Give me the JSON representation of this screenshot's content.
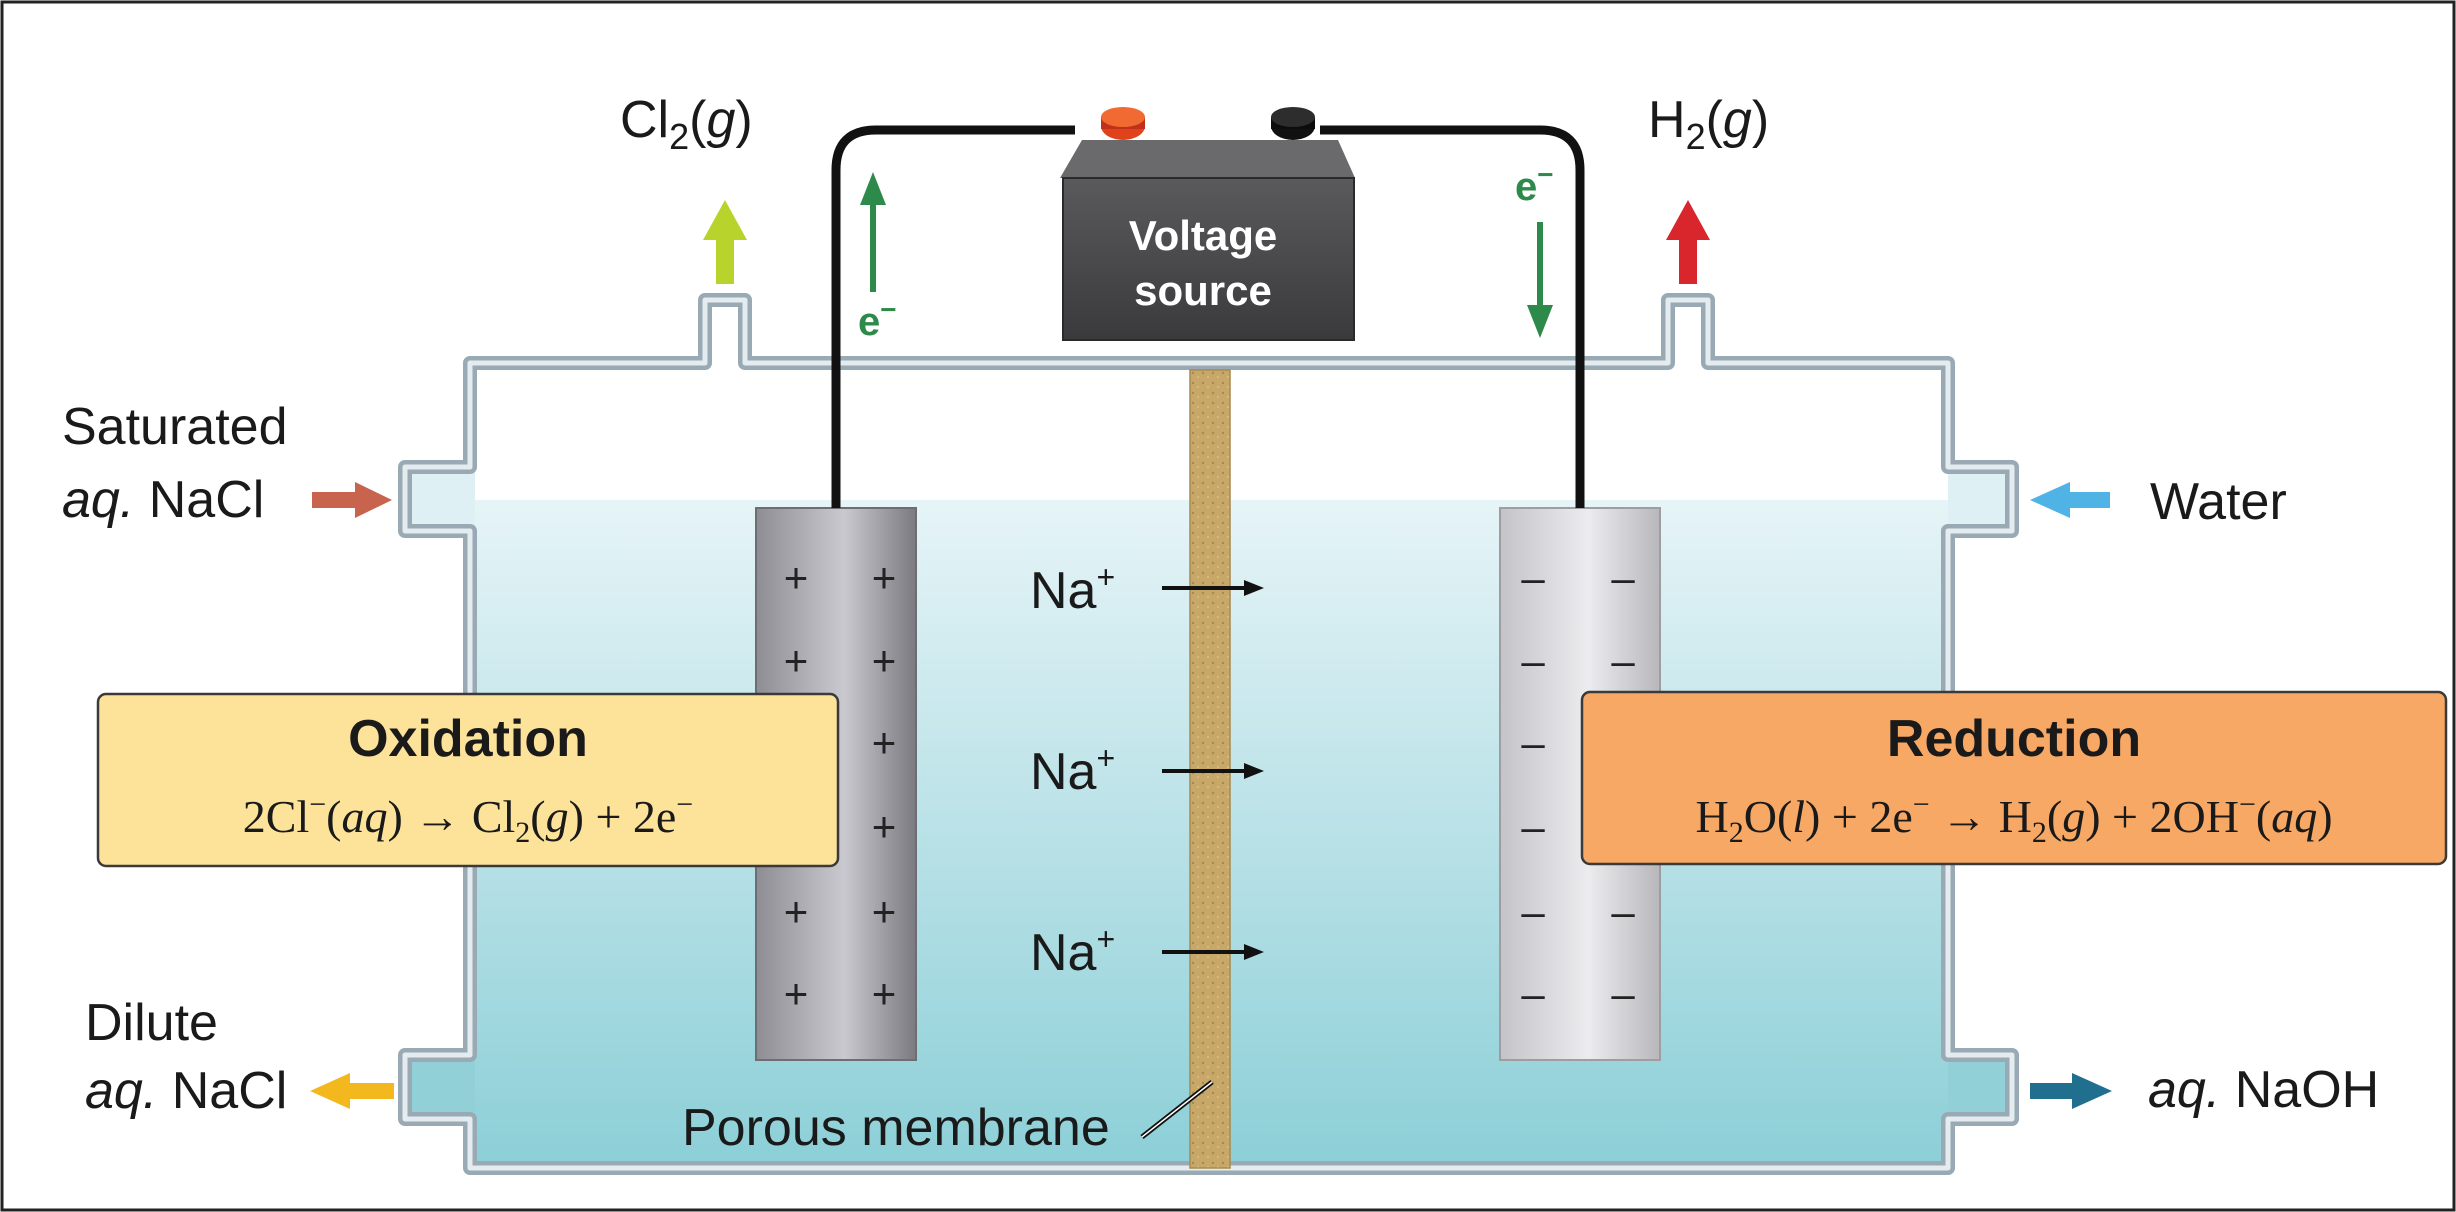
{
  "gases": {
    "cl2_formula": "Cl",
    "cl2_sub": "2",
    "cl2_state": "g",
    "h2_formula": "H",
    "h2_sub": "2",
    "h2_state": "g"
  },
  "battery": {
    "line1": "Voltage",
    "line2": "source"
  },
  "electron": {
    "base": "e",
    "charge": "−"
  },
  "inlets": {
    "saturated_line1": "Saturated",
    "saturated_aq": "aq.",
    "saturated_salt": "NaCl",
    "water": "Water"
  },
  "outlets": {
    "dilute_line1": "Dilute",
    "dilute_aq": "aq.",
    "dilute_salt": "NaCl",
    "naoh_aq": "aq.",
    "naoh_salt": "NaOH"
  },
  "ions": {
    "na_base": "Na",
    "na_charge": "+"
  },
  "membrane_label": "Porous membrane",
  "signs": {
    "anode": "+",
    "cathode": "–"
  },
  "oxidation": {
    "title": "Oxidation",
    "eq": {
      "p1": "2Cl",
      "p1_sup": "−",
      "p1_state": "aq",
      "arrow": "→",
      "p2": "Cl",
      "p2_sub": "2",
      "p2_state": "g",
      "p3": "+ 2e",
      "p3_sup": "−"
    }
  },
  "reduction": {
    "title": "Reduction",
    "eq": {
      "r1": "H",
      "r1_sub": "2",
      "r1_rest": "O",
      "r1_state": "l",
      "r2": "+ 2e",
      "r2_sup": "−",
      "arrow": "→",
      "p1": "H",
      "p1_sub": "2",
      "p1_state": "g",
      "p2": "+ 2OH",
      "p2_sup": "−",
      "p2_state": "aq"
    }
  },
  "colors": {
    "solution_top": "#d9eef3",
    "solution_bottom": "#8fd0d8",
    "tank_wall": "#9aaab4",
    "oxidation_box": "#fde39a",
    "reduction_box": "#f7a865",
    "electron_arrow": "#2e8a4a",
    "cl2_arrow": "#b8d42c",
    "h2_arrow": "#d9262c",
    "saturated_arrow": "#c8644e",
    "water_arrow": "#4fb3e6",
    "dilute_arrow": "#f2b81e",
    "naoh_arrow": "#216f8e",
    "membrane": "#c8a868"
  }
}
